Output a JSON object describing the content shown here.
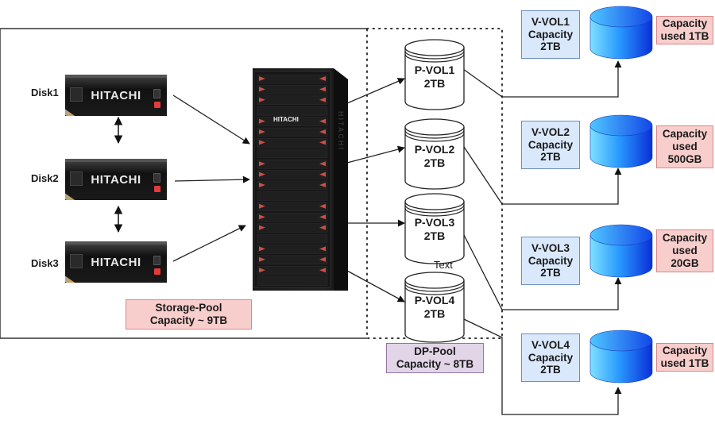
{
  "storage_pool": {
    "disks": [
      {
        "label": "Disk1",
        "brand": "HITACHI"
      },
      {
        "label": "Disk2",
        "brand": "HITACHI"
      },
      {
        "label": "Disk3",
        "brand": "HITACHI"
      }
    ],
    "box": {
      "line1": "Storage-Pool",
      "line2": "Capacity ~ 9TB"
    },
    "rack_brand": "HITACHI"
  },
  "dp_pool": {
    "pvols": [
      {
        "name": "P-VOL1",
        "size": "2TB"
      },
      {
        "name": "P-VOL2",
        "size": "2TB"
      },
      {
        "name": "P-VOL3",
        "size": "2TB"
      },
      {
        "name": "P-VOL4",
        "size": "2TB"
      }
    ],
    "stray_text": "Text",
    "box": {
      "line1": "DP-Pool",
      "line2": "Capacity ~ 8TB"
    }
  },
  "vvols": [
    {
      "name": "V-VOL1",
      "cap_label": "Capacity",
      "cap": "2TB",
      "used_lines": [
        "Capacity",
        "used 1TB"
      ]
    },
    {
      "name": "V-VOL2",
      "cap_label": "Capacity",
      "cap": "2TB",
      "used_lines": [
        "Capacity",
        "used",
        "500GB"
      ]
    },
    {
      "name": "V-VOL3",
      "cap_label": "Capacity",
      "cap": "2TB",
      "used_lines": [
        "Capacity",
        "used",
        "20GB"
      ]
    },
    {
      "name": "V-VOL4",
      "cap_label": "Capacity",
      "cap": "2TB",
      "used_lines": [
        "Capacity",
        "used 1TB"
      ]
    }
  ],
  "colors": {
    "storage_pool_fill": "#f8cecc",
    "dp_pool_fill": "#e1d5e7",
    "vvol_label_fill": "#dae8fc",
    "vvol_cylinder": "#1a6cf0"
  }
}
